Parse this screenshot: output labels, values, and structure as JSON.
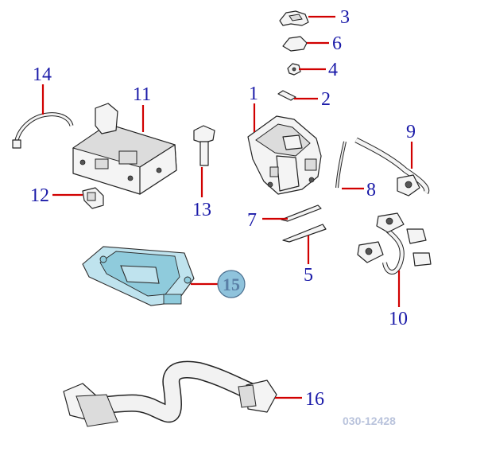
{
  "diagram": {
    "reference_code": "030-12428",
    "highlighted_part": "15",
    "colors": {
      "callout_number": "#1a1aa8",
      "leader_line": "#d10000",
      "highlight_fill": "#bfe3ee",
      "highlight_badge": "#8fc3dc",
      "reference_code": "#b9c3dc"
    },
    "callouts": [
      {
        "id": "1",
        "label": "1"
      },
      {
        "id": "2",
        "label": "2"
      },
      {
        "id": "3",
        "label": "3"
      },
      {
        "id": "4",
        "label": "4"
      },
      {
        "id": "5",
        "label": "5"
      },
      {
        "id": "6",
        "label": "6"
      },
      {
        "id": "7",
        "label": "7"
      },
      {
        "id": "8",
        "label": "8"
      },
      {
        "id": "9",
        "label": "9"
      },
      {
        "id": "10",
        "label": "10"
      },
      {
        "id": "11",
        "label": "11"
      },
      {
        "id": "12",
        "label": "12"
      },
      {
        "id": "13",
        "label": "13"
      },
      {
        "id": "14",
        "label": "14"
      },
      {
        "id": "15",
        "label": "15"
      },
      {
        "id": "16",
        "label": "16"
      }
    ]
  }
}
